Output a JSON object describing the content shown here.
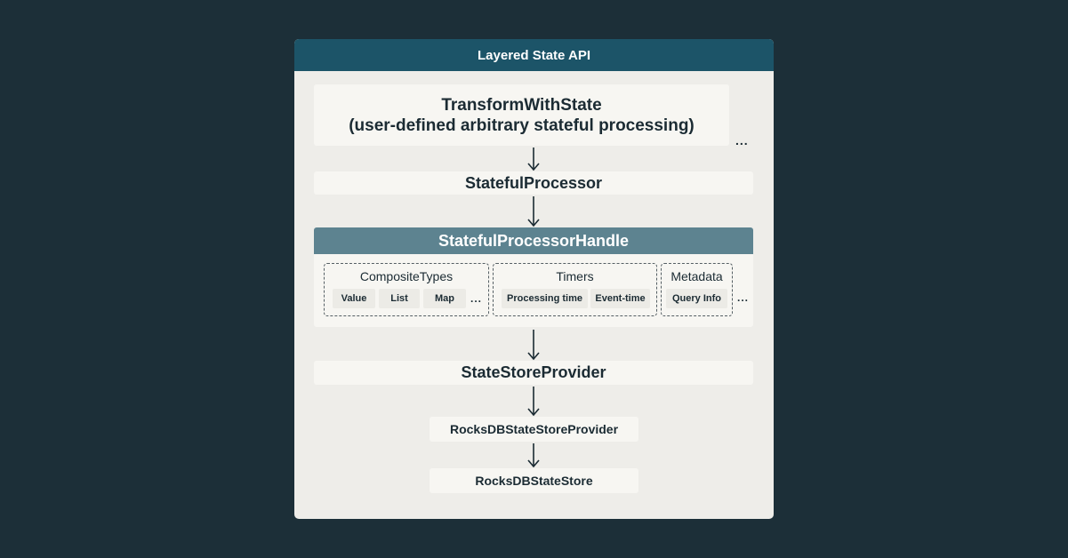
{
  "diagram": {
    "header": "Layered State API",
    "transform": {
      "line1": "TransformWithState",
      "line2": "(user-defined arbitrary stateful processing)",
      "more": "..."
    },
    "processor": "StatefulProcessor",
    "handle": {
      "title": "StatefulProcessorHandle",
      "composite": {
        "title": "CompositeTypes",
        "items": [
          "Value",
          "List",
          "Map"
        ],
        "more": "..."
      },
      "timers": {
        "title": "Timers",
        "items": [
          "Processing time",
          "Event-time"
        ]
      },
      "metadata": {
        "title": "Metadata",
        "items": [
          "Query Info"
        ]
      },
      "more": "..."
    },
    "store_provider": "StateStoreProvider",
    "rocksdb_provider": "RocksDBStateStoreProvider",
    "rocksdb_store": "RocksDBStateStore"
  },
  "colors": {
    "background": "#1c2f38",
    "panel": "#eeede9",
    "header": "#1c5468",
    "handle_header": "#5d8390",
    "box": "#f7f6f2",
    "text": "#1b2b33"
  }
}
